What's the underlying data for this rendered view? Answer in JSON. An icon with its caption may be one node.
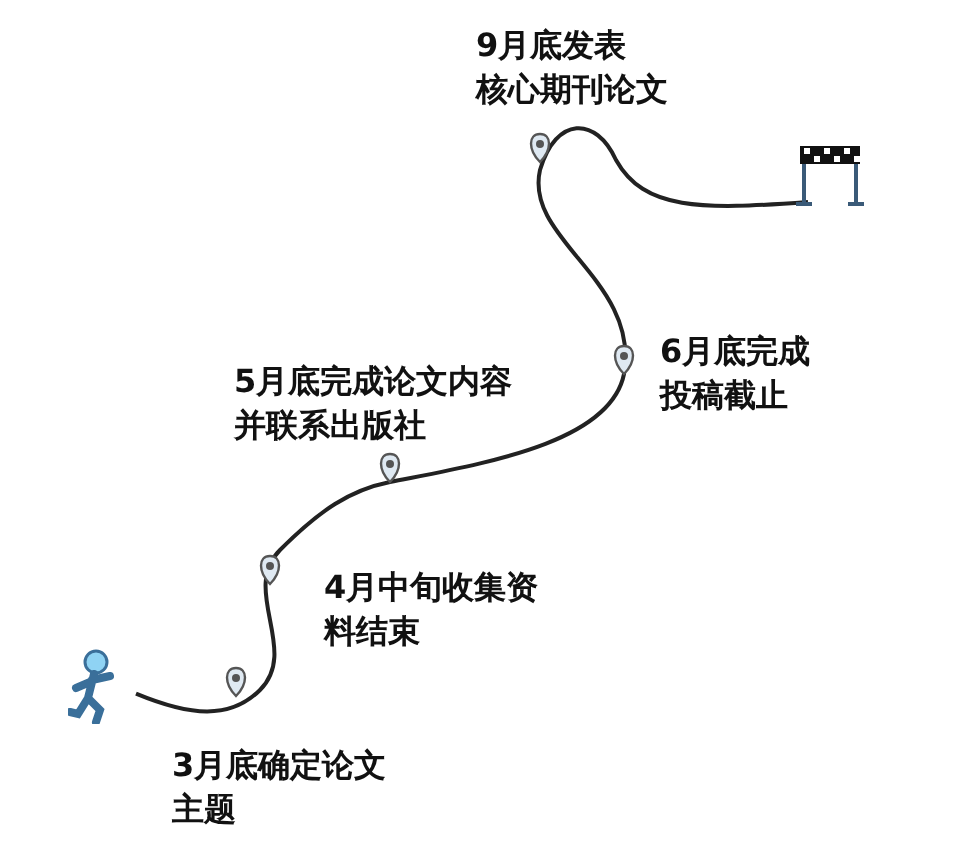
{
  "diagram": {
    "nodes": [
      {
        "text": [],
        "shape": "person"
      },
      {
        "text": [],
        "shape": "flag"
      }
    ],
    "edges": [
      {
        "from": 0,
        "to": 1,
        "arrow": "none"
      }
    ],
    "labels": [
      "9月底发表核心期刊论文",
      "6月底完成投稿截止",
      "5月底完成论文内容并联系出版社",
      "4月中旬收集资料结束",
      "3月底确定论文主题"
    ]
  }
}
